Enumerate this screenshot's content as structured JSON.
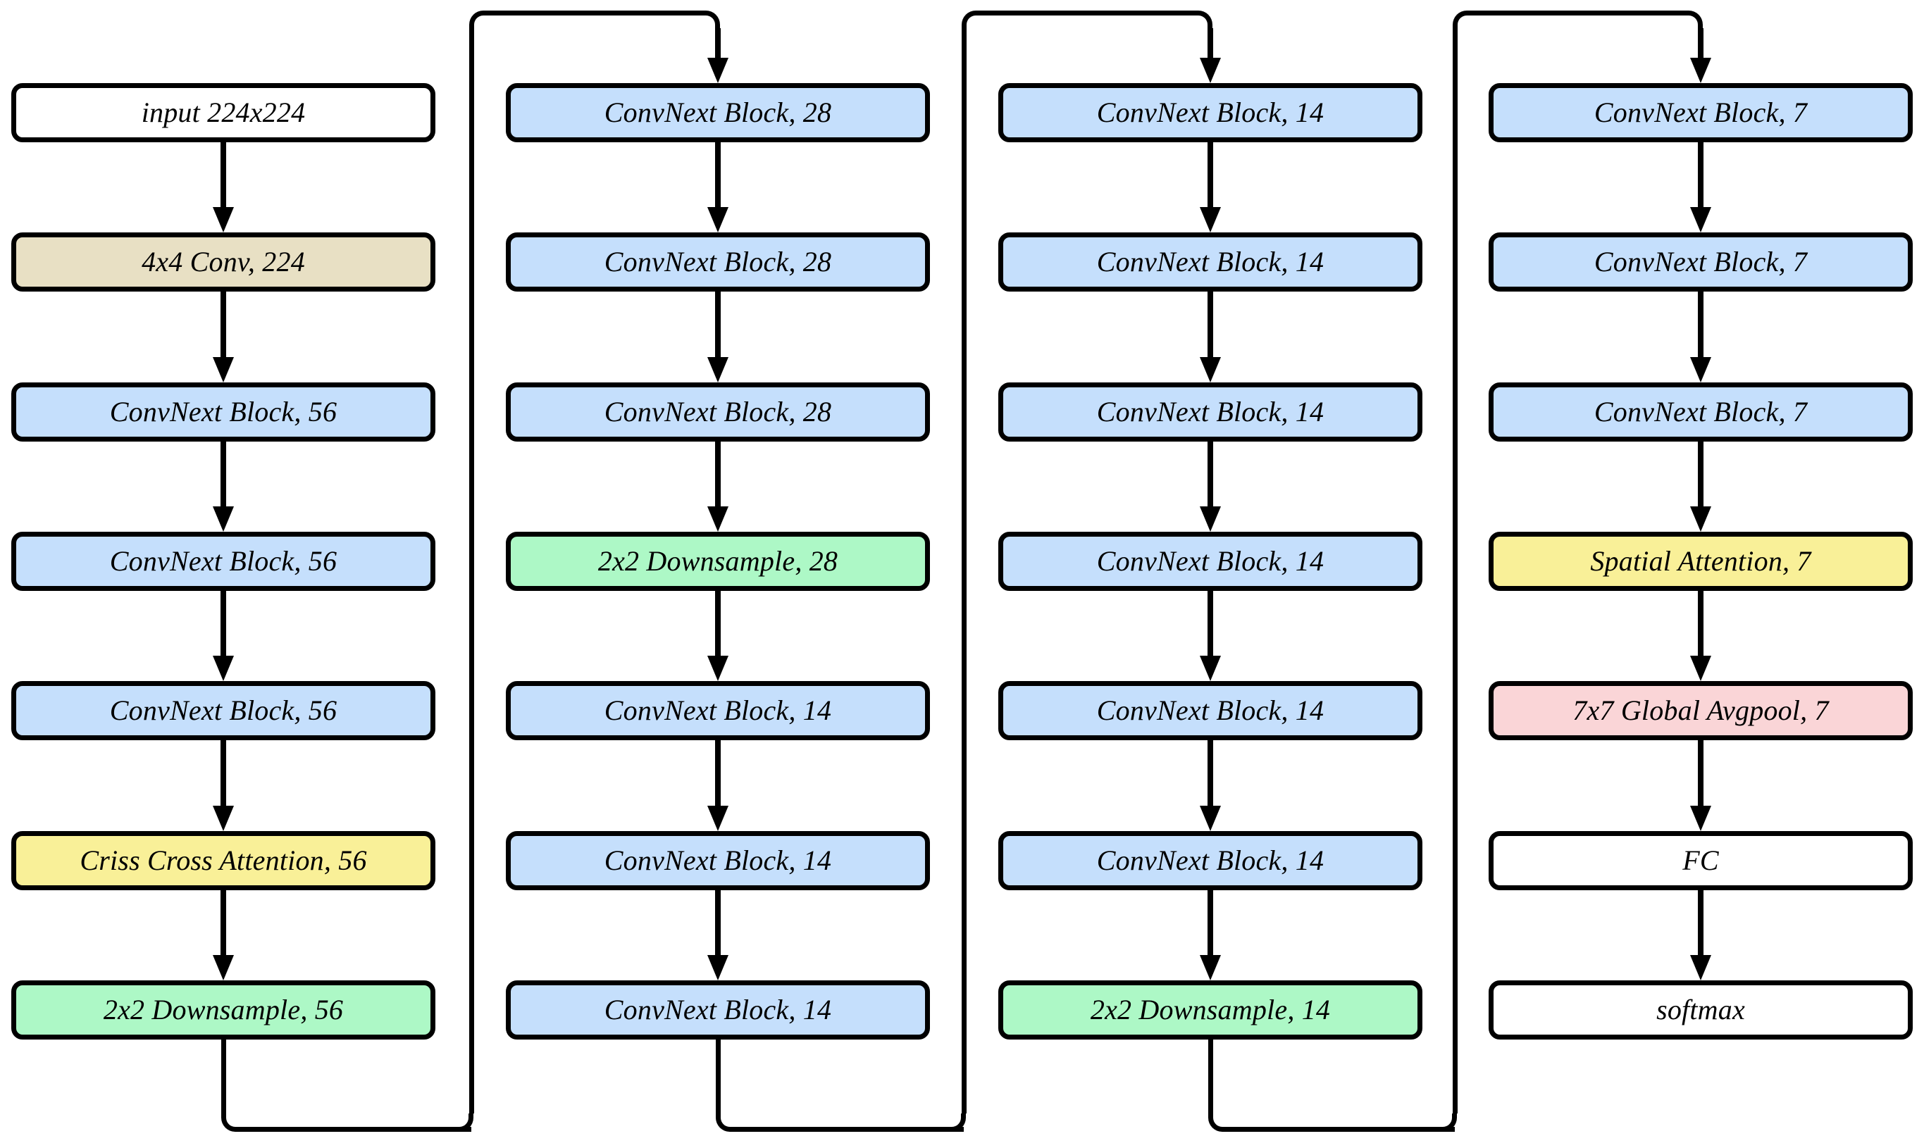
{
  "diagram": {
    "title": "ConvNext backbone architecture with attention modules",
    "background": "#ffffff",
    "stroke_color": "#000000",
    "palette": {
      "white": "#ffffff",
      "beige": "#e8e0c4",
      "blue": "#c5dffc",
      "green": "#adf8c6",
      "yellow": "#f9f098",
      "pink": "#fad5d7"
    },
    "columns": [
      {
        "name": "stage-1",
        "nodes": [
          {
            "label": "input 224x224",
            "fill": "white"
          },
          {
            "label": "4x4 Conv, 224",
            "fill": "beige"
          },
          {
            "label": "ConvNext Block, 56",
            "fill": "blue"
          },
          {
            "label": "ConvNext Block, 56",
            "fill": "blue"
          },
          {
            "label": "ConvNext Block, 56",
            "fill": "blue"
          },
          {
            "label": "Criss Cross Attention, 56",
            "fill": "yellow"
          },
          {
            "label": "2x2 Downsample, 56",
            "fill": "green"
          }
        ]
      },
      {
        "name": "stage-2",
        "nodes": [
          {
            "label": "ConvNext Block, 28",
            "fill": "blue"
          },
          {
            "label": "ConvNext Block, 28",
            "fill": "blue"
          },
          {
            "label": "ConvNext Block, 28",
            "fill": "blue"
          },
          {
            "label": "2x2 Downsample, 28",
            "fill": "green"
          },
          {
            "label": "ConvNext Block, 14",
            "fill": "blue"
          },
          {
            "label": "ConvNext Block, 14",
            "fill": "blue"
          },
          {
            "label": "ConvNext Block, 14",
            "fill": "blue"
          }
        ]
      },
      {
        "name": "stage-3",
        "nodes": [
          {
            "label": "ConvNext Block, 14",
            "fill": "blue"
          },
          {
            "label": "ConvNext Block, 14",
            "fill": "blue"
          },
          {
            "label": "ConvNext Block, 14",
            "fill": "blue"
          },
          {
            "label": "ConvNext Block, 14",
            "fill": "blue"
          },
          {
            "label": "ConvNext Block, 14",
            "fill": "blue"
          },
          {
            "label": "ConvNext Block, 14",
            "fill": "blue"
          },
          {
            "label": "2x2 Downsample, 14",
            "fill": "green"
          }
        ]
      },
      {
        "name": "stage-4",
        "nodes": [
          {
            "label": "ConvNext Block, 7",
            "fill": "blue"
          },
          {
            "label": "ConvNext Block, 7",
            "fill": "blue"
          },
          {
            "label": "ConvNext Block, 7",
            "fill": "blue"
          },
          {
            "label": "Spatial Attention, 7",
            "fill": "yellow"
          },
          {
            "label": "7x7 Global Avgpool, 7",
            "fill": "pink"
          },
          {
            "label": "FC",
            "fill": "white"
          },
          {
            "label": "softmax",
            "fill": "white"
          }
        ]
      }
    ]
  }
}
